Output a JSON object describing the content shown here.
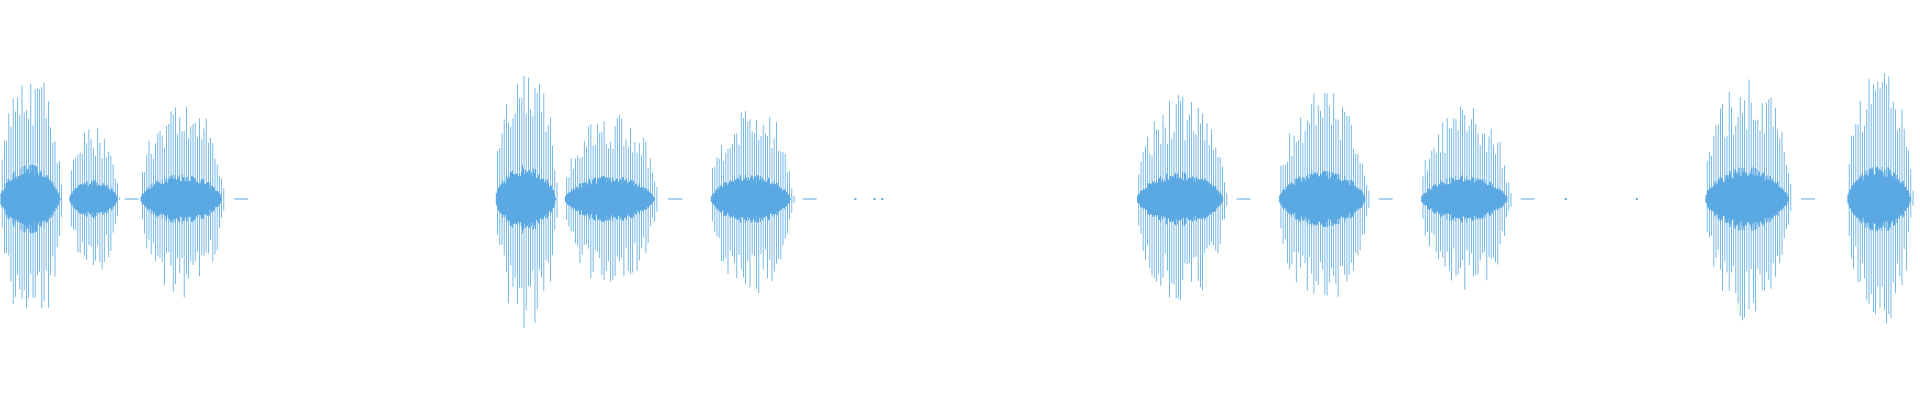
{
  "waveform": {
    "color": "#5aa9e2",
    "background": "#ffffff",
    "segments": [
      {
        "start": 0.0,
        "end": 0.036,
        "peak": 0.88
      },
      {
        "start": 0.036,
        "end": 0.065,
        "peak": 0.5
      },
      {
        "start": 0.073,
        "end": 0.122,
        "peak": 0.66
      },
      {
        "start": 0.258,
        "end": 0.294,
        "peak": 0.88
      },
      {
        "start": 0.294,
        "end": 0.348,
        "peak": 0.6
      },
      {
        "start": 0.37,
        "end": 0.418,
        "peak": 0.64
      },
      {
        "start": 0.592,
        "end": 0.644,
        "peak": 0.7
      },
      {
        "start": 0.666,
        "end": 0.718,
        "peak": 0.74
      },
      {
        "start": 0.74,
        "end": 0.792,
        "peak": 0.62
      },
      {
        "start": 0.888,
        "end": 0.938,
        "peak": 0.82
      },
      {
        "start": 0.962,
        "end": 1.0,
        "peak": 0.86
      }
    ],
    "specks": [
      0.445,
      0.455,
      0.459,
      0.815,
      0.852
    ]
  }
}
